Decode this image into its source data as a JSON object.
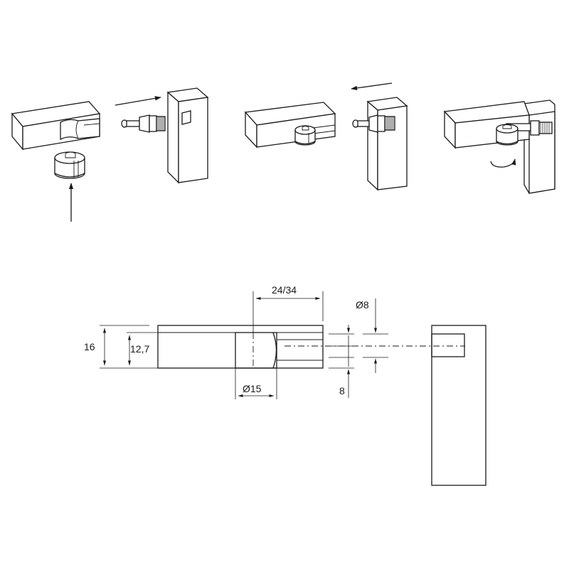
{
  "dimensions": {
    "depth_label": "24/34",
    "pin_diameter_label": "Ø8",
    "height_label": "16",
    "hole_height_label": "12,7",
    "cam_diameter_label": "Ø15",
    "pin_offset_label": "8"
  },
  "colors": {
    "line": "#1a1a1a",
    "background": "#ffffff"
  }
}
